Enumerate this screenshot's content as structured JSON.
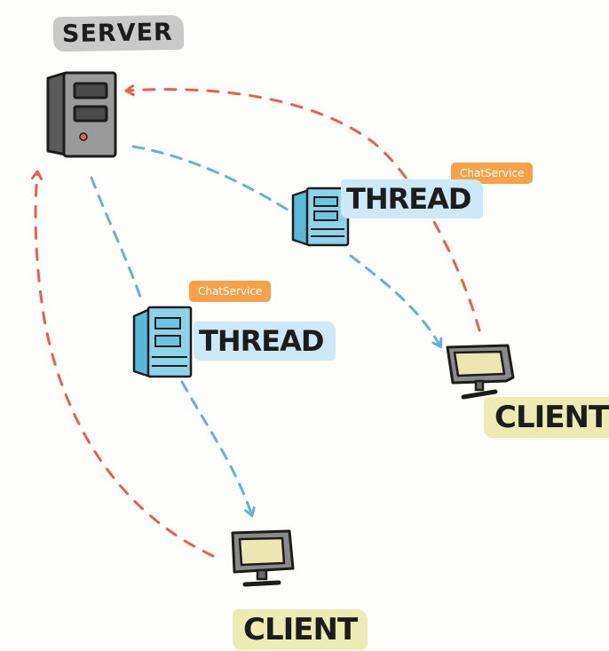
{
  "nodes": {
    "server": {
      "label": "SERVER",
      "icon": "server-tower-icon"
    },
    "thread_1": {
      "label": "THREAD",
      "tag": "ChatService",
      "icon": "thread-stack-icon"
    },
    "thread_2": {
      "label": "THREAD",
      "tag": "ChatService",
      "icon": "thread-stack-icon"
    },
    "client_1": {
      "label": "CLIENT",
      "icon": "monitor-icon"
    },
    "client_2": {
      "label": "CLIENT",
      "icon": "monitor-icon"
    }
  },
  "edges": [
    {
      "from": "server",
      "to": "client_1",
      "via": "thread_1",
      "style": "dashed",
      "color": "#6aaee0"
    },
    {
      "from": "server",
      "to": "client_2",
      "via": "thread_2",
      "style": "dashed",
      "color": "#6aaee0"
    },
    {
      "from": "client_1",
      "to": "server",
      "style": "dashed",
      "color": "#e9614a"
    },
    {
      "from": "client_2",
      "to": "server",
      "style": "dashed",
      "color": "#e9614a"
    }
  ],
  "colors": {
    "request_arrow": "#e9614a",
    "thread_arrow": "#6aaee0",
    "thread_fill": "#8fd3ea",
    "client_label_bg": "#ecebb4",
    "thread_label_bg": "#cde8f7",
    "server_label_bg": "#c9c9c9",
    "tag_bg": "#f5a24b",
    "monitor_screen": "#ece7b2",
    "server_body": "#9a9a9a"
  }
}
